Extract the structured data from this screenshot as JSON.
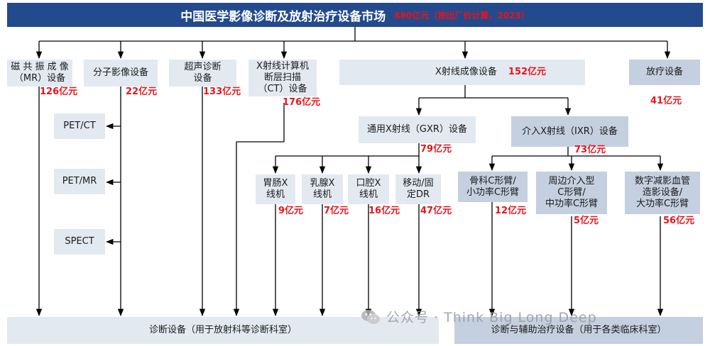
{
  "title": {
    "text": "中国医学影像诊断及放射治疗设备市场",
    "subtitle": "880亿元（按出厂价计算，2023）"
  },
  "nodes": {
    "mr": {
      "label": "磁 共 振 成 像\n（MR）设备",
      "value": "126亿元"
    },
    "molecular": {
      "label": "分子影像设备",
      "value": "22亿元"
    },
    "pet_ct": {
      "label": "PET/CT"
    },
    "pet_mr": {
      "label": "PET/MR"
    },
    "spect": {
      "label": "SPECT"
    },
    "ultrasound": {
      "label": "超声诊断\n设备",
      "value": "133亿元"
    },
    "ct": {
      "label": "X射线计算机\n断层扫描\n（CT）设备",
      "value": "176亿元"
    },
    "xray": {
      "label": "X射线成像设备",
      "value": "152亿元"
    },
    "radiotherapy": {
      "label": "放疗设备",
      "value": "41亿元"
    },
    "gxr": {
      "label": "通用X射线（GXR）设备",
      "value": "79亿元"
    },
    "ixr": {
      "label": "介入X射线（IXR）设备",
      "value": "73亿元"
    },
    "gi_xray": {
      "label": "胃肠X\n线机",
      "value": "9亿元"
    },
    "mammo": {
      "label": "乳腺X\n线机",
      "value": "7亿元"
    },
    "dental": {
      "label": "口腔X\n线机",
      "value": "16亿元"
    },
    "dr": {
      "label": "移动/固\n定DR",
      "value": "47亿元"
    },
    "ortho_c": {
      "label": "骨科C形臂/\n小功率C形臂",
      "value": "12亿元"
    },
    "peri_c": {
      "label": "周边介入型\nC形臂/\n中功率C形臂",
      "value": "5亿元"
    },
    "dsa": {
      "label": "数字减影血管\n造影设备/\n大功率C形臂",
      "value": "56亿元"
    }
  },
  "footer": {
    "diagnostic": "诊断设备（用于放射科等诊断科室）",
    "therapeutic": "诊断与辅助治疗设备（用于各类临床科室）"
  },
  "watermark": {
    "text": "公众号 · Think Big Long Deep",
    "icon": "wechat-icon"
  },
  "colors": {
    "title_bar": "#234a8d",
    "value_red": "#e8141b",
    "light_box": "#e3e9f1",
    "mid_box": "#c4d0e0"
  }
}
